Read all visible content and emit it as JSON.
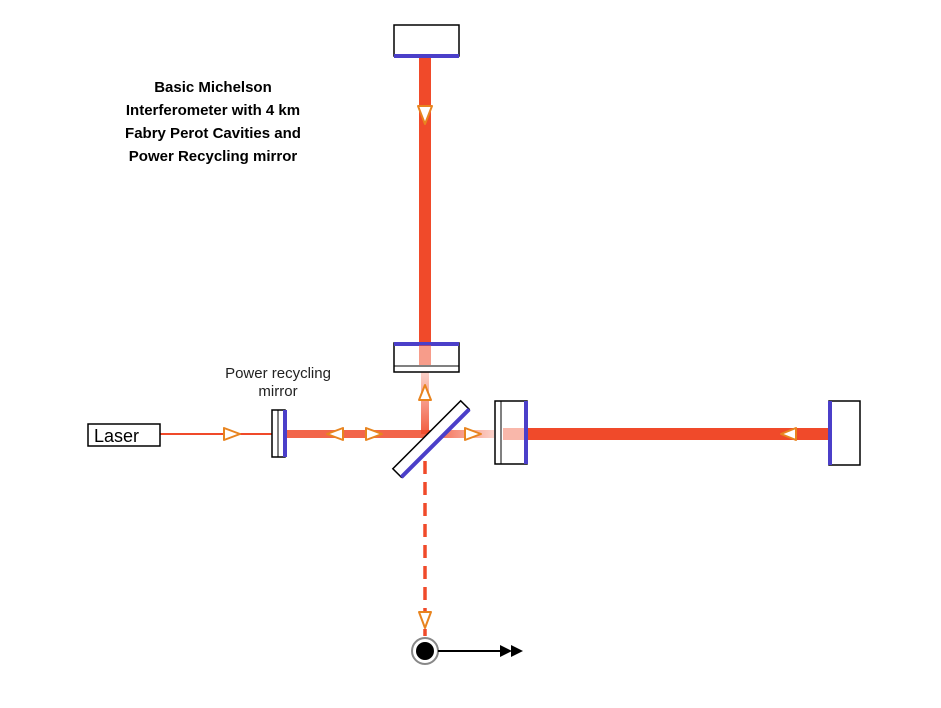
{
  "title": {
    "lines": [
      "Basic Michelson",
      "Interferometer with 4 km",
      "Fabry Perot Cavities and",
      "Power Recycling mirror"
    ]
  },
  "labels": {
    "power_recycling": [
      "Power recycling",
      "mirror"
    ],
    "laser": "Laser"
  },
  "colors": {
    "beam": "#f04a2a",
    "mirror_coating": "#4b3fc9",
    "arrow": "#e8841f",
    "outline": "#000000"
  }
}
